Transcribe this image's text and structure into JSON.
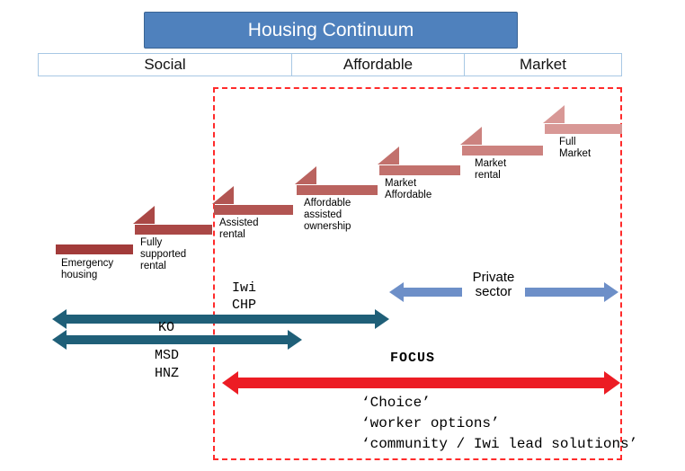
{
  "title": "Housing Continuum",
  "header": {
    "columns": [
      "Social",
      "Affordable",
      "Market"
    ]
  },
  "steps": [
    {
      "label": "Emergency housing",
      "color": "#a23b3a"
    },
    {
      "label": "Fully supported rental",
      "color": "#aa4846"
    },
    {
      "label": "Assisted rental",
      "color": "#b25552"
    },
    {
      "label": "Affordable assisted ownership",
      "color": "#ba635f"
    },
    {
      "label": "Market Affordable",
      "color": "#c2716d"
    },
    {
      "label": "Market rental",
      "color": "#cc827f"
    },
    {
      "label": "Full Market",
      "color": "#d89896"
    }
  ],
  "arrows": {
    "iwi_chp": {
      "lines": [
        "Iwi",
        "CHP"
      ],
      "color": "#1f5f78"
    },
    "ko_msd_hnz": {
      "lines": [
        "KO",
        "MSD",
        "HNZ"
      ],
      "color": "#1f5f78"
    },
    "private_sector": {
      "label": "Private sector",
      "color": "#6d8fc8"
    },
    "focus": {
      "label": "FOCUS",
      "color": "#ec1c24"
    }
  },
  "footer": {
    "lines": [
      "‘Choice’",
      "‘worker options’",
      "‘community / Iwi lead solutions’"
    ]
  },
  "colors": {
    "title_bg": "#4f81bd",
    "dashed_border": "#ff2b2b"
  }
}
